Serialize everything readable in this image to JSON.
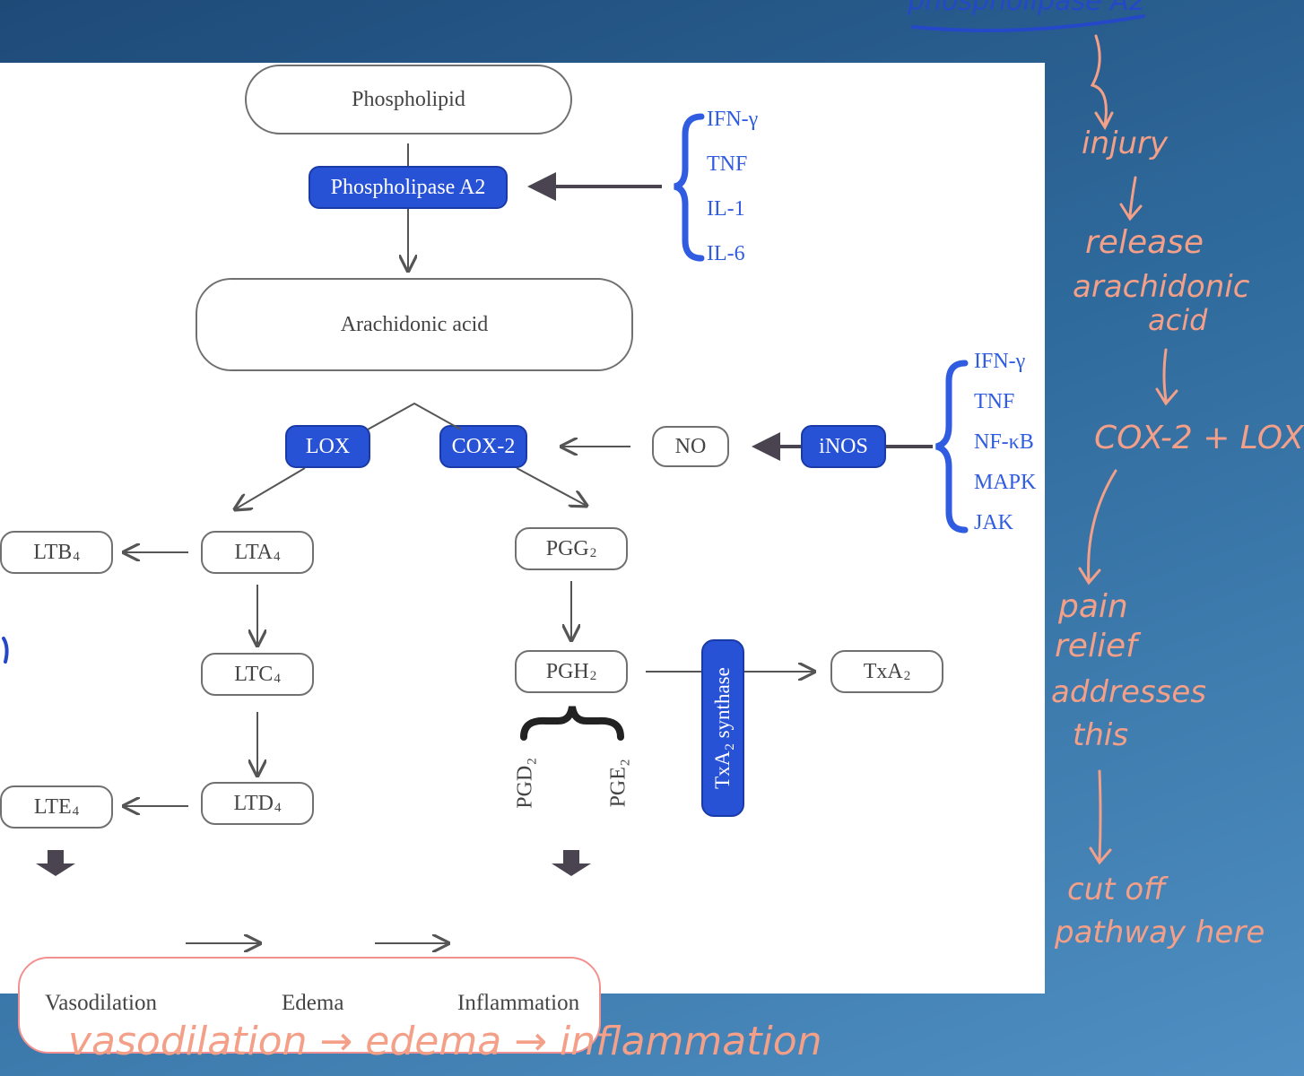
{
  "diagram": {
    "phospholipid": "Phospholipid",
    "phospholipase": "Phospholipase A2",
    "arachidonic": "Arachidonic acid",
    "lox": "LOX",
    "cox2": "COX-2",
    "no": "NO",
    "inos": "iNOS",
    "lta4": {
      "base": "LTA",
      "sub": "4"
    },
    "ltb4": {
      "base": "LTB",
      "sub": "4"
    },
    "ltc4": {
      "base": "LTC",
      "sub": "4"
    },
    "ltd4": {
      "base": "LTD",
      "sub": "4"
    },
    "lte4": {
      "base": "LTE",
      "sub": "4"
    },
    "pgg2": {
      "base": "PGG",
      "sub": "2"
    },
    "pgh2": {
      "base": "PGH",
      "sub": "2"
    },
    "pgd2": {
      "base": "PGD",
      "sub": "2"
    },
    "pge2": {
      "base": "PGE",
      "sub": "2"
    },
    "txa2": {
      "base": "TxA",
      "sub": "2"
    },
    "txa_synthase": {
      "pre": "TxA",
      "sub": "2",
      "post": " synthase"
    },
    "cytokines_top": [
      "IFN-γ",
      "TNF",
      "IL-1",
      "IL-6"
    ],
    "cytokines_right": [
      "IFN-γ",
      "TNF",
      "NF-κB",
      "MAPK",
      "JAK"
    ],
    "outcome": {
      "step1": "Vasodilation",
      "step2": "Edema",
      "step3": "Inflammation"
    }
  },
  "notes": {
    "top_right": "phospholipase A2",
    "injury": "injury",
    "release": "release",
    "arachidonic": "arachidonic",
    "acid": "acid",
    "cox": "COX-2 + LOX",
    "pain": "pain",
    "relief": "relief",
    "addresses": "addresses",
    "this": "this",
    "cut_off": "cut off",
    "pathway_here": "pathway here",
    "bottom": "vasodilation → edema → inflammation"
  },
  "colors": {
    "enzyme_blue": "#2852d6",
    "cytokine_blue": "#2f5ce0",
    "annotation_salmon": "#f49f88",
    "outcome_border": "#f29090"
  }
}
